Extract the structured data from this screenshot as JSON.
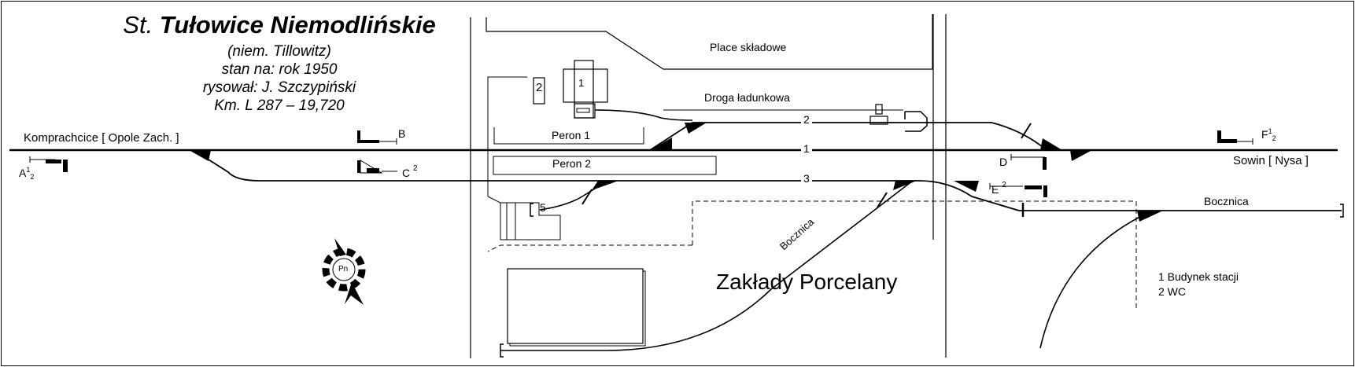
{
  "title": {
    "prefix": "St.",
    "name": "Tułowice Niemodlińskie"
  },
  "subtitle": {
    "german_name": "(niem. Tillowitz)",
    "date": "stan na: rok 1950",
    "author": "rysował: J. Szczypiński",
    "km": "Km. L 287 – 19,720"
  },
  "directions": {
    "west": "Komprachcice [ Opole Zach. ]",
    "east": "Sowin [ Nysa ]"
  },
  "tracks": {
    "t1": "1",
    "t2": "2",
    "t3": "3",
    "t5": "5"
  },
  "signals": {
    "a": "A",
    "a_sup": "1",
    "a_sub": "2",
    "b": "B",
    "c": "C",
    "c_sup": "2",
    "d": "D",
    "e": "E",
    "e_sup": "2",
    "f": "F",
    "f_sup": "1",
    "f_sub": "2"
  },
  "places": {
    "storage": "Place składowe",
    "loading_road": "Droga ładunkowa",
    "platform1": "Peron 1",
    "platform2": "Peron 2",
    "factory": "Zakłady Porcelany",
    "siding_east": "Bocznica",
    "siding_curve": "Bocznica"
  },
  "buildings": {
    "b1": "1",
    "b2": "2"
  },
  "compass": "Pn",
  "legend": {
    "item1": "1 Budynek stacji",
    "item2": "2 WC"
  }
}
